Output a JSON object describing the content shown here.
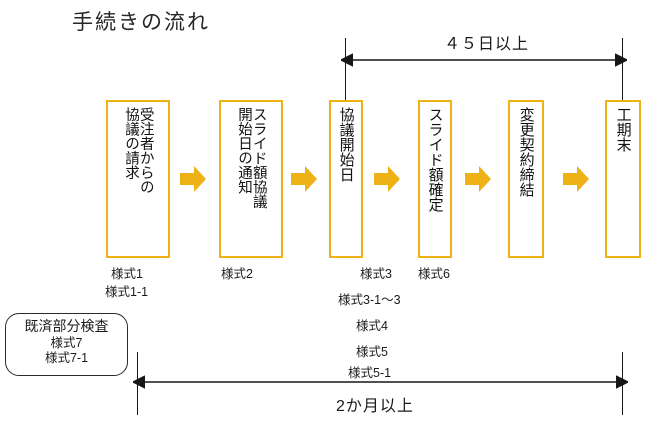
{
  "diagram": {
    "title": "手続きの流れ",
    "steps": [
      {
        "id": "step-1",
        "columns": [
          "受注者からの",
          "協議の請求"
        ],
        "forms": [
          "様式1",
          "様式1-1"
        ]
      },
      {
        "id": "step-2",
        "columns": [
          "スライド額協議",
          "開始日の通知"
        ],
        "forms": [
          "様式2"
        ]
      },
      {
        "id": "step-3",
        "columns": [
          "協議開始日"
        ],
        "forms": [
          "様式3",
          "様式3-1〜3",
          "様式4",
          "様式5",
          "様式5-1"
        ]
      },
      {
        "id": "step-4",
        "columns": [
          "スライド額確定"
        ],
        "forms": [
          "様式6"
        ]
      },
      {
        "id": "step-5",
        "columns": [
          "変更契約締結"
        ],
        "forms": []
      },
      {
        "id": "step-6",
        "columns": [
          "工期末"
        ],
        "forms": []
      }
    ],
    "arrows": {
      "count": 5,
      "color": "#EFB216",
      "glyph": "right-arrow"
    },
    "inspection_note": {
      "title": "既済部分検査",
      "forms": [
        "様式7",
        "様式7-1"
      ]
    },
    "measurements": [
      {
        "id": "measure-top",
        "label": "４５日以上",
        "position": "top"
      },
      {
        "id": "measure-bottom",
        "label": "2か月以上",
        "position": "bottom"
      }
    ],
    "colors": {
      "box_border": "#EFB216",
      "arrow": "#EFB216",
      "line": "#161616",
      "text": "#1a1a1a"
    }
  }
}
